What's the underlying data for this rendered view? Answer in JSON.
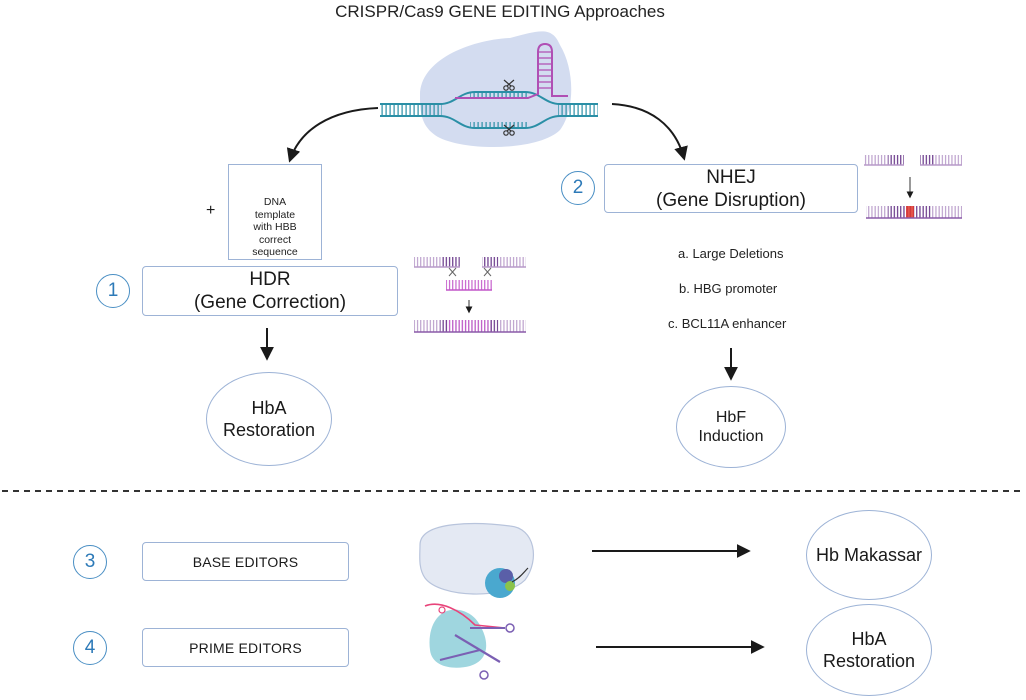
{
  "title": "CRISPR/Cas9 GENE EDITING Approaches",
  "hdr": {
    "number": "1",
    "title_line1": "HDR",
    "title_line2": "(Gene Correction)",
    "template_lines": [
      "DNA",
      "template",
      "with HBB",
      "correct",
      "sequence"
    ],
    "plus": "+",
    "outcome_line1": "HbA",
    "outcome_line2": "Restoration"
  },
  "nhej": {
    "number": "2",
    "title_line1": "NHEJ",
    "title_line2": "(Gene Disruption)",
    "targets": [
      "a. Large Deletions",
      "b. HBG promoter",
      "c. BCL11A enhancer"
    ],
    "outcome_line1": "HbF",
    "outcome_line2": "Induction"
  },
  "base_editors": {
    "number": "3",
    "label": "BASE EDITORS",
    "outcome": "Hb Makassar"
  },
  "prime_editors": {
    "number": "4",
    "label": "PRIME EDITORS",
    "outcome_line1": "HbA",
    "outcome_line2": "Restoration"
  },
  "colors": {
    "box_border": "#9db3d6",
    "number_circle": "#2d7ab8",
    "dna_teal": "#2a8fa6",
    "guide_rna": "#b04fb4",
    "dna_purple": "#6a3a8a",
    "cas9_blob": "#d3dcf0",
    "edit_red": "#e0362c"
  }
}
